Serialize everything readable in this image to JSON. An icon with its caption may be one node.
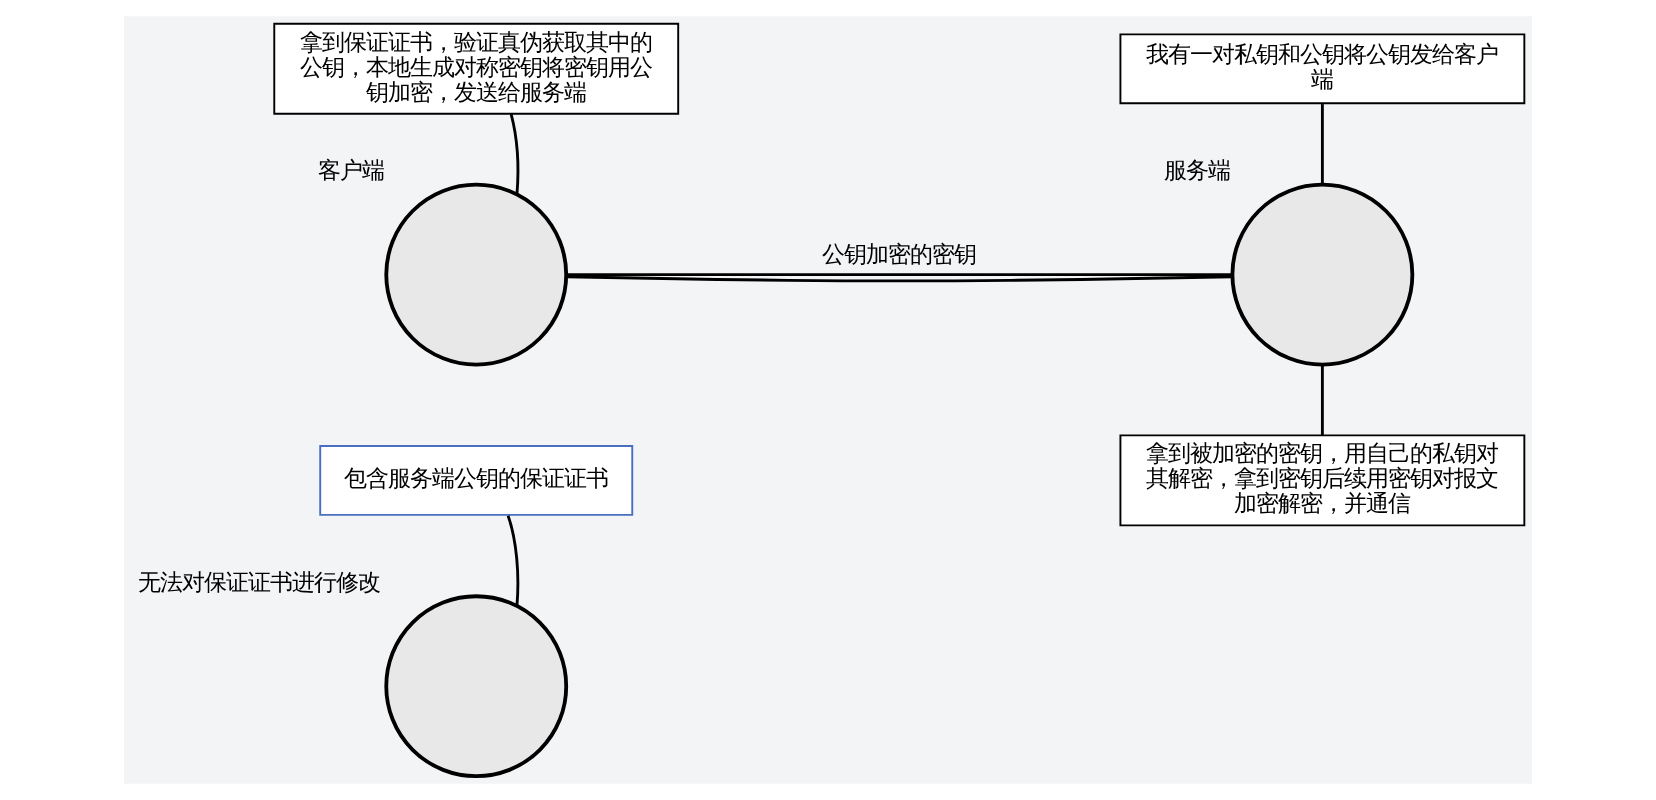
{
  "diagram": {
    "nodes": [
      {
        "text": [],
        "shape": "circle",
        "beside": [
          "客户端"
        ]
      },
      {
        "text": [],
        "shape": "circle",
        "beside": [
          "服务端"
        ]
      },
      {
        "text": [],
        "shape": "circle",
        "beside": [
          "无法对保证证书进行修改"
        ]
      },
      {
        "text": [
          "拿到保证证书，验证真伪获取其中的公钥，本地生成对称密钥将密钥用公钥加密，发送给服务端"
        ]
      },
      {
        "text": [
          "我有一对私钥和公钥将公钥发给客户端"
        ]
      },
      {
        "text": [
          "拿到被加密的密钥，用自己的私钥对其解密，拿到密钥后续用密钥对报文加密解密，并通信"
        ]
      },
      {
        "text": [
          "包含服务端公钥的保证证书"
        ]
      }
    ],
    "edges": [
      {
        "from": 3,
        "to": 0,
        "arrow": "none"
      },
      {
        "from": 4,
        "to": 1,
        "arrow": "none"
      },
      {
        "from": 0,
        "to": 1,
        "arrow": "none",
        "label": "公钥加密的密钥"
      },
      {
        "from": 0,
        "to": 1,
        "arrow": "none"
      },
      {
        "from": 5,
        "to": 1,
        "arrow": "none"
      },
      {
        "from": 6,
        "to": 2,
        "arrow": "none"
      }
    ]
  }
}
